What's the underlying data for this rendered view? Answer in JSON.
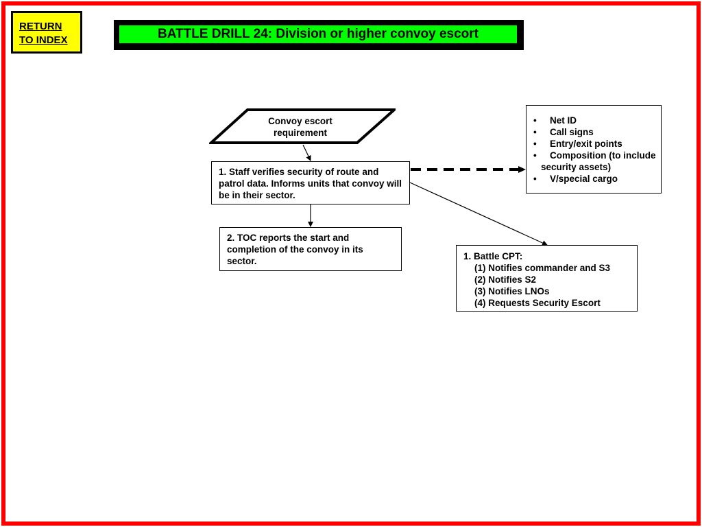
{
  "nav": {
    "return_line1": "RETURN",
    "return_line2": "TO INDEX"
  },
  "header": {
    "title": "BATTLE DRILL 24:  Division or higher convoy escort"
  },
  "flow": {
    "start": {
      "line1": "Convoy escort",
      "line2": "requirement"
    },
    "staff": "1. Staff verifies security of route and patrol data.  Informs units that convoy will be in their sector.",
    "toc": "2. TOC reports the start and completion of the convoy in its sector.",
    "cpt": {
      "heading": "1. Battle CPT:",
      "items": [
        "(1) Notifies commander and S3",
        "(2) Notifies S2",
        "(3) Notifies LNOs",
        "(4) Requests Security Escort"
      ]
    },
    "data_list": {
      "bullet": "•",
      "items": [
        "Net ID",
        "Call signs",
        "Entry/exit points",
        "Composition (to include",
        "V/special cargo"
      ],
      "continuation": "security assets)"
    }
  },
  "colors": {
    "frame": "#ff0000",
    "title_bg": "#00ff00",
    "button_bg": "#ffff00"
  }
}
